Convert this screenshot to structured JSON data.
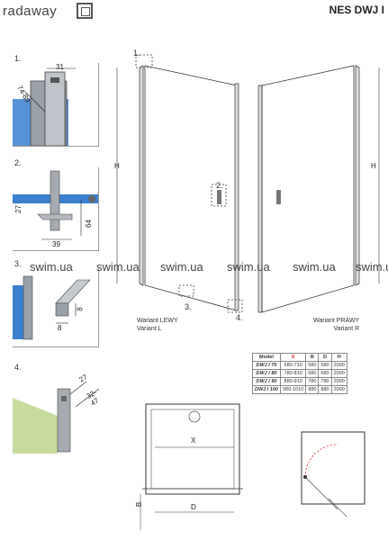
{
  "header": {
    "brand": "radaway",
    "model": "NES DWJ I"
  },
  "steps": [
    "1.",
    "2.",
    "3.",
    "4."
  ],
  "detail1": {
    "width": "31",
    "diag": "74-89"
  },
  "detail2": {
    "height_a": "27",
    "height_b": "64",
    "width": "39"
  },
  "detail3": {
    "a": "8",
    "b": "8"
  },
  "detail4": {
    "a": "27",
    "b": "32-47"
  },
  "drawing": {
    "h_label": "H",
    "callouts": [
      "1.",
      "2.",
      "3.",
      "4."
    ]
  },
  "watermark": "swim.ua",
  "variants": {
    "left": {
      "line1": "Wariant LEWY",
      "line2": "Variant L"
    },
    "right": {
      "line1": "Wariant PRAWY",
      "line2": "Variant R"
    }
  },
  "table": {
    "headers": [
      "Model",
      "X",
      "B",
      "D",
      "H"
    ],
    "rows": [
      [
        "DWJ I 70",
        "680-710",
        "580",
        "580",
        "2000"
      ],
      [
        "DWJ I 80",
        "780-810",
        "680",
        "680",
        "2000"
      ],
      [
        "DWJ I 90",
        "880-910",
        "780",
        "780",
        "2000"
      ],
      [
        "DWJ I 100",
        "980-1010",
        "880",
        "880",
        "2000"
      ]
    ]
  },
  "plan": {
    "x": "X",
    "d": "D",
    "b": "B"
  },
  "colors": {
    "glass": "#3a7fd0",
    "wall": "#c8dca0",
    "accent": "#d83030"
  }
}
